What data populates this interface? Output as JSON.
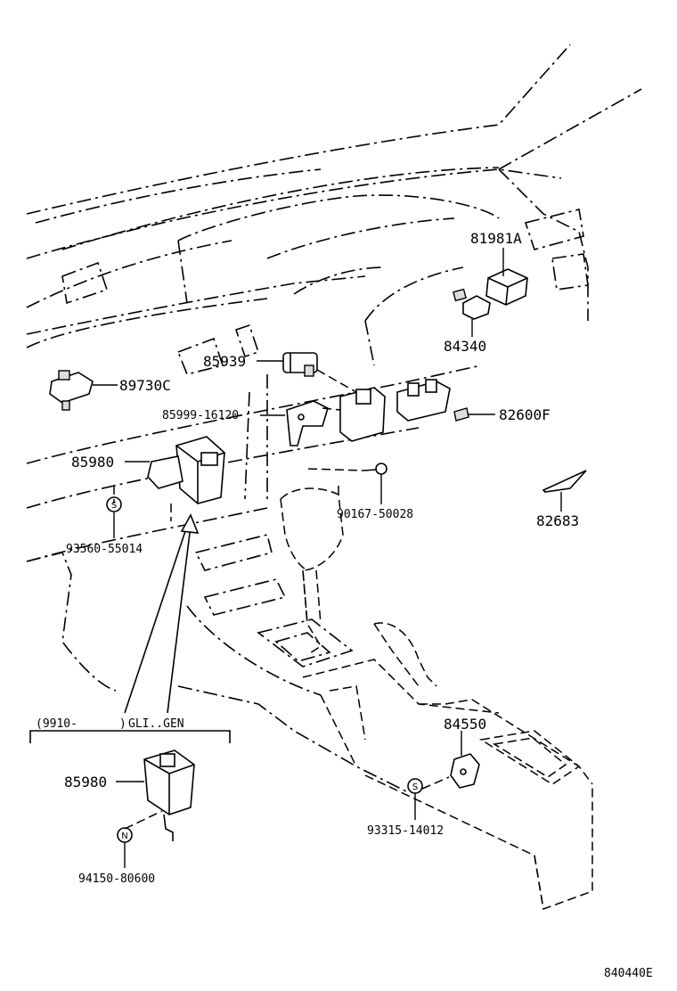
{
  "parts": {
    "p81981A": "81981A",
    "p84340": "84340",
    "p85939": "85939",
    "p89730C": "89730C",
    "p85999": "85999-16120",
    "p82600F": "82600F",
    "p85980": "85980",
    "p90167": "90167-50028",
    "p82683": "82683",
    "p93560": "93560-55014",
    "p84550": "84550",
    "p93315": "93315-14012",
    "p85980b": "85980",
    "p94150": "94150-80600"
  },
  "symbols": {
    "s_marker": "S",
    "n_marker": "N"
  },
  "inset": {
    "range": "(9910-",
    "close": ")",
    "grades": "GLI..GEN"
  },
  "figure_code": "840440E"
}
